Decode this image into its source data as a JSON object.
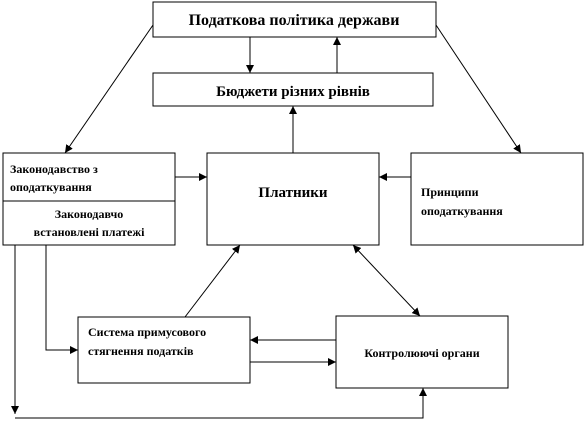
{
  "nodes": {
    "tax_policy": "Податкова політика держави",
    "budgets": "Бюджети різних рівнів",
    "legislation_line1": "Законодавство з",
    "legislation_line2": "оподаткування",
    "statutory_payments_line1": "Законодавчо",
    "statutory_payments_line2": "встановлені платежі",
    "payers": "Платники",
    "principles_line1": "Принципи",
    "principles_line2": "оподаткування",
    "enforcement_line1": "Система примусового",
    "enforcement_line2": "стягнення податків",
    "control_bodies": "Контролюючі органи"
  }
}
